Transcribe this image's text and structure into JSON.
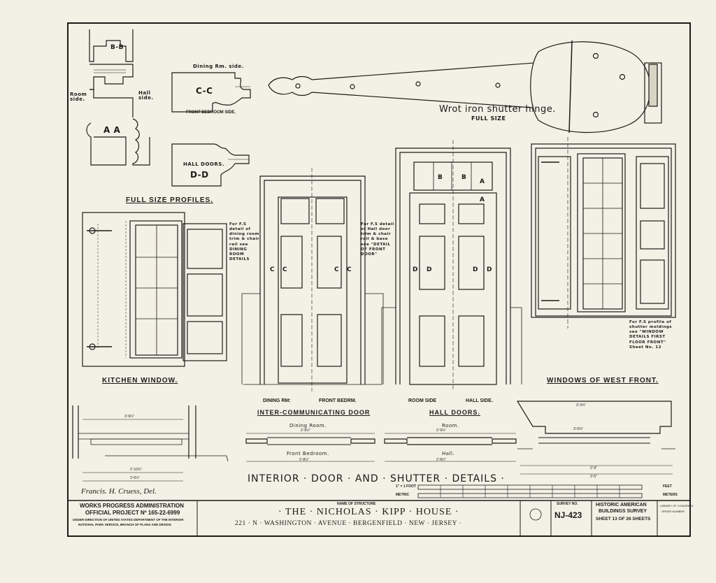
{
  "profiles": {
    "label_bb": "B-B",
    "label_aa": "A A",
    "room_side": "Room side.",
    "hall_side": "Hall side.",
    "dining_rm_side": "Dining Rm. side.",
    "label_cc": "C-C",
    "front_bedroom_side": "FRONT BEDROOM SIDE.",
    "hall_doors": "HALL DOORS.",
    "label_dd": "D-D",
    "caption": "FULL SIZE PROFILES."
  },
  "hinge": {
    "title": "Wrot iron shutter hinge.",
    "subtitle": "FULL SIZE"
  },
  "notes": {
    "dining_detail": "For F.S detail of dining room trim & chair rail see DINING ROOM DETAILS",
    "hall_detail": "For F.S detail of Hall door trim & chair rail & base see \"DETAIL OF FRONT DOOR\"",
    "shutter_profile": "For F.S profile of shutter moldings see \"WINDOW DETAILS FIRST FLOOR FRONT\" Sheet No. 12"
  },
  "section_marks": {
    "c": "C",
    "d": "D",
    "a": "A",
    "b": "B"
  },
  "captions": {
    "kitchen_window": "KITCHEN WINDOW.",
    "windows_west": "WINDOWS OF WEST FRONT.",
    "dining_rm": "DINING RM:",
    "front_bedrm": "FRONT BEDRM.",
    "room_side": "ROOM SIDE",
    "hall_side": "HALL SIDE.",
    "inter_door": "INTER-COMMUNICATING DOOR",
    "hall_doors": "HALL DOORS.",
    "dining_room": "Dining Room.",
    "front_bedroom": "Front Bedroom.",
    "room": "Room.",
    "hall": "Hall.",
    "main_title": "INTERIOR · DOOR · AND · SHUTTER · DETAILS ·",
    "delineator": "Francis. H. Cruess, Del."
  },
  "dimensions": {
    "kw_width": "3'-9¼\"",
    "kw_bottom1": "2'-10¾\"",
    "kw_bottom2": "3'-6½\"",
    "id_top": "2'-9½\"",
    "id_bottom": "2'-8½\"",
    "hd_top": "2'-9½\"",
    "hd_bottom": "2'-8½\"",
    "ww_top": "3'-3¾\"",
    "ww_mid": "3'-5⅝\"",
    "ww_bottom1": "2'-9\"",
    "ww_bottom2": "3'-5\""
  },
  "scale": {
    "feet_label": "1\" = 1 FOOT",
    "metric": "METRIC",
    "feet": "FEET",
    "meters": "METERS"
  },
  "title_block": {
    "wpa": "WORKS PROGRESS ADMINISTRATION",
    "project": "OFFICIAL PROJECT Nº 165-22-6999",
    "under1": "UNDER DIRECTION OF UNITED STATES DEPARTMENT OF THE INTERIOR",
    "under2": "NATIONAL PARK SERVICE, BRANCH OF PLANS AND DESIGN",
    "name_label": "NAME OF STRUCTURE",
    "structure": "· THE · NICHOLAS · KIPP · HOUSE ·",
    "address": "221 · N · WASHINGTON · AVENUE · BERGENFIELD · NEW · JERSEY ·",
    "survey_label": "SURVEY NO.",
    "survey_no": "NJ-423",
    "habs1": "HISTORIC AMERICAN",
    "habs2": "BUILDINGS SURVEY",
    "sheet": "SHEET 13 OF 26 SHEETS",
    "loc1": "LIBRARY OF CONGRESS",
    "loc2": "ORDER NUMBER"
  }
}
